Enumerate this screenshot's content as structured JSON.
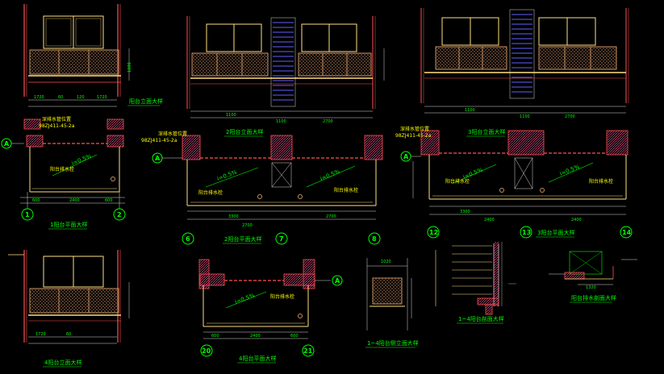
{
  "colors": {
    "background": "#000000",
    "wall": "#ff5050",
    "dim": "#d8d8d8",
    "annotation": "#00ff00",
    "callout": "#ffff00",
    "window": "#ffe080",
    "railing": "#c89060",
    "ext_line": "#ff00ff",
    "hatch": "#c04070"
  },
  "views": {
    "v1_elev": {
      "title": "阳台立面大样",
      "dims": [
        "1720",
        "60",
        "120",
        "1720"
      ]
    },
    "v1_plan": {
      "title": "1阳台平面大样",
      "grid": [
        "A",
        "1",
        "2"
      ],
      "slope": "i=0.5%",
      "drain": "阳台排水栓",
      "callout": [
        "深排水管位置",
        "98ZJ411-45-2a"
      ],
      "dims": [
        "600",
        "2400",
        "600"
      ]
    },
    "v2_elev": {
      "title": "2阳台立面大样",
      "dims": [
        "1100",
        "1100",
        "2700"
      ]
    },
    "v2_plan": {
      "title": "2阳台平面大样",
      "grid": [
        "A",
        "6",
        "7",
        "8"
      ],
      "slope1": "i=0.5%",
      "slope2": "i=0.5%",
      "drain1": "阳台排水栓",
      "drain2": "阳台排水栓",
      "callout": [
        "深排水管位置",
        "98ZJ411-45-2a"
      ],
      "dims": [
        "3300",
        "2700",
        "2700"
      ]
    },
    "v3_elev": {
      "title": "3阳台立面大样",
      "dims": [
        "1100",
        "1100",
        "2700"
      ]
    },
    "v3_plan": {
      "title": "3阳台平面大样",
      "grid": [
        "A",
        "12",
        "13",
        "14"
      ],
      "slope1": "i=0.5%",
      "slope2": "i=0.5%",
      "drain1": "阳台排水栓",
      "drain2": "阳台排水栓",
      "callout": [
        "深排水管位置",
        "98ZJ411-45-2a"
      ],
      "dims": [
        "3300",
        "2400",
        "2400"
      ]
    },
    "v4_elev": {
      "title": "4阳台立面大样",
      "dims": [
        "1720",
        "60"
      ]
    },
    "v4_plan": {
      "title": "4阳台平面大样",
      "grid": [
        "A",
        "20",
        "21"
      ],
      "slope": "i=0.5%",
      "drain": "阳台排水栓",
      "dims": [
        "600",
        "2400",
        "600"
      ]
    },
    "v5_elev": {
      "title": "1~4阳台侧立面大样",
      "dims": [
        "1020"
      ]
    },
    "v6_sect": {
      "title": "1~4阳台剖面大样"
    },
    "v7_sect": {
      "title": "阳台排水剖面大样",
      "dims": [
        "1320"
      ]
    }
  }
}
